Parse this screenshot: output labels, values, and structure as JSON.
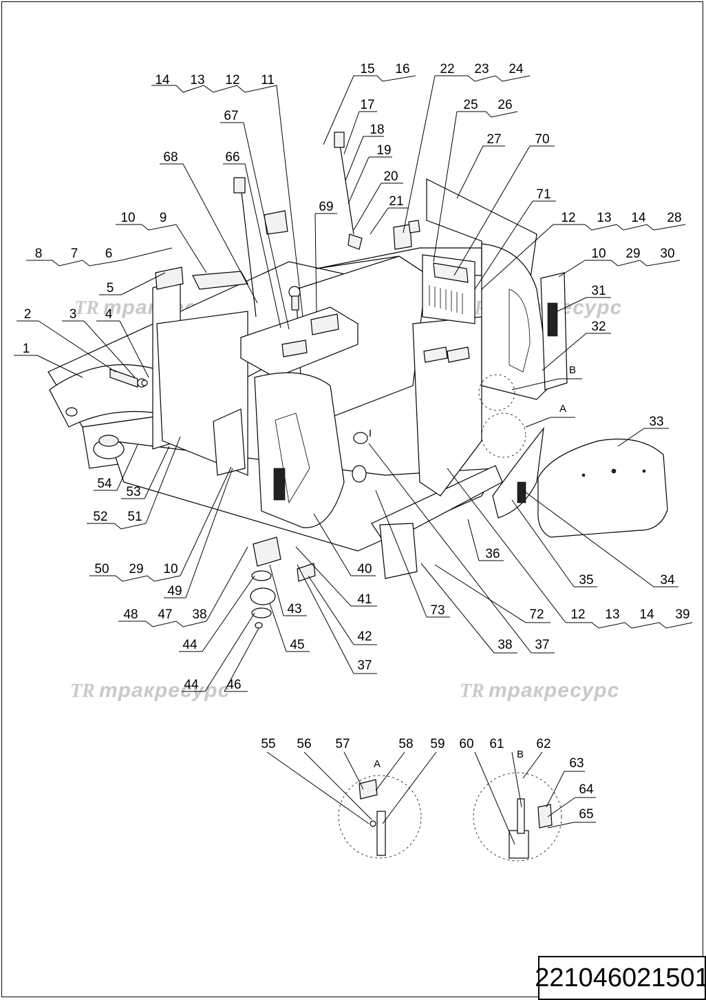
{
  "drawing_number": "221046021501",
  "watermark": {
    "logo": "TR",
    "text": "тракресурс"
  },
  "detail_labels": {
    "a": "A",
    "b": "B",
    "section": "I"
  },
  "callouts": {
    "n1": "1",
    "n2": "2",
    "n3": "3",
    "n4": "4",
    "n5": "5",
    "n6": "6",
    "n7": "7",
    "n8": "8",
    "n9": "9",
    "n10": "10",
    "n11": "11",
    "n12": "12",
    "n13": "13",
    "n14": "14",
    "n15": "15",
    "n16": "16",
    "n17": "17",
    "n18": "18",
    "n19": "19",
    "n20": "20",
    "n21": "21",
    "n22": "22",
    "n23": "23",
    "n24": "24",
    "n25": "25",
    "n26": "26",
    "n27": "27",
    "n28": "28",
    "n29": "29",
    "n30": "30",
    "n31": "31",
    "n32": "32",
    "n33": "33",
    "n34": "34",
    "n35": "35",
    "n36": "36",
    "n37": "37",
    "n38": "38",
    "n39": "39",
    "n40": "40",
    "n41": "41",
    "n42": "42",
    "n43": "43",
    "n44": "44",
    "n45": "45",
    "n46": "46",
    "n47": "47",
    "n48": "48",
    "n49": "49",
    "n50": "50",
    "n51": "51",
    "n52": "52",
    "n53": "53",
    "n54": "54",
    "n55": "55",
    "n56": "56",
    "n57": "57",
    "n58": "58",
    "n59": "59",
    "n60": "60",
    "n61": "61",
    "n62": "62",
    "n63": "63",
    "n64": "64",
    "n65": "65",
    "n66": "66",
    "n67": "67",
    "n68": "68",
    "n69": "69",
    "n70": "70",
    "n71": "71",
    "n72": "72",
    "n73": "73"
  }
}
